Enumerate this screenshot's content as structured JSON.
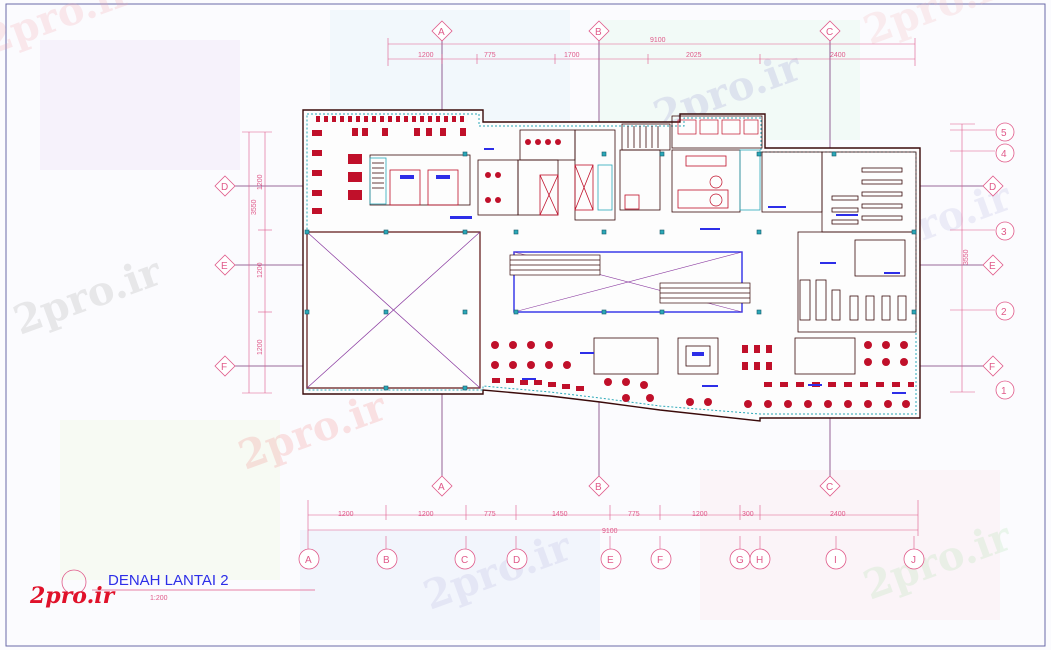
{
  "drawing": {
    "title": "DENAH LANTAI 2",
    "scale": "1:200",
    "watermark": "2pro.ir",
    "logo_text": "2pro.ir"
  },
  "top_dimensions": {
    "overall": "9100",
    "segments": [
      "1200",
      "775",
      "1700",
      "2025",
      "2400"
    ]
  },
  "bottom_dimensions": {
    "overall": "9100",
    "segments": [
      "1200",
      "1200",
      "775",
      "1450",
      "775",
      "1200",
      "300",
      "2400"
    ]
  },
  "left_dimensions": {
    "overall": "3550",
    "segments": [
      "1200",
      "1200",
      "1200"
    ]
  },
  "right_dimensions": {
    "overall": "3550"
  },
  "grid_top": [
    "A",
    "B",
    "C"
  ],
  "grid_bottom": [
    "A",
    "B",
    "C"
  ],
  "grid_left": [
    "D",
    "E",
    "F"
  ],
  "grid_right_diamonds": [
    "D",
    "E",
    "F"
  ],
  "grid_right_circles": [
    "5",
    "4",
    "3",
    "2",
    "1"
  ],
  "grid_columns": [
    "A",
    "B",
    "C",
    "D",
    "E",
    "F",
    "G",
    "H",
    "I",
    "J"
  ],
  "colors": {
    "grid_line": "#7a3a7a",
    "dimension": "#e05a8a",
    "wall": "#5a1010",
    "furniture": "#c0102a",
    "accent_blue": "#2d2ee8",
    "hatch": "#2aa8b8"
  }
}
